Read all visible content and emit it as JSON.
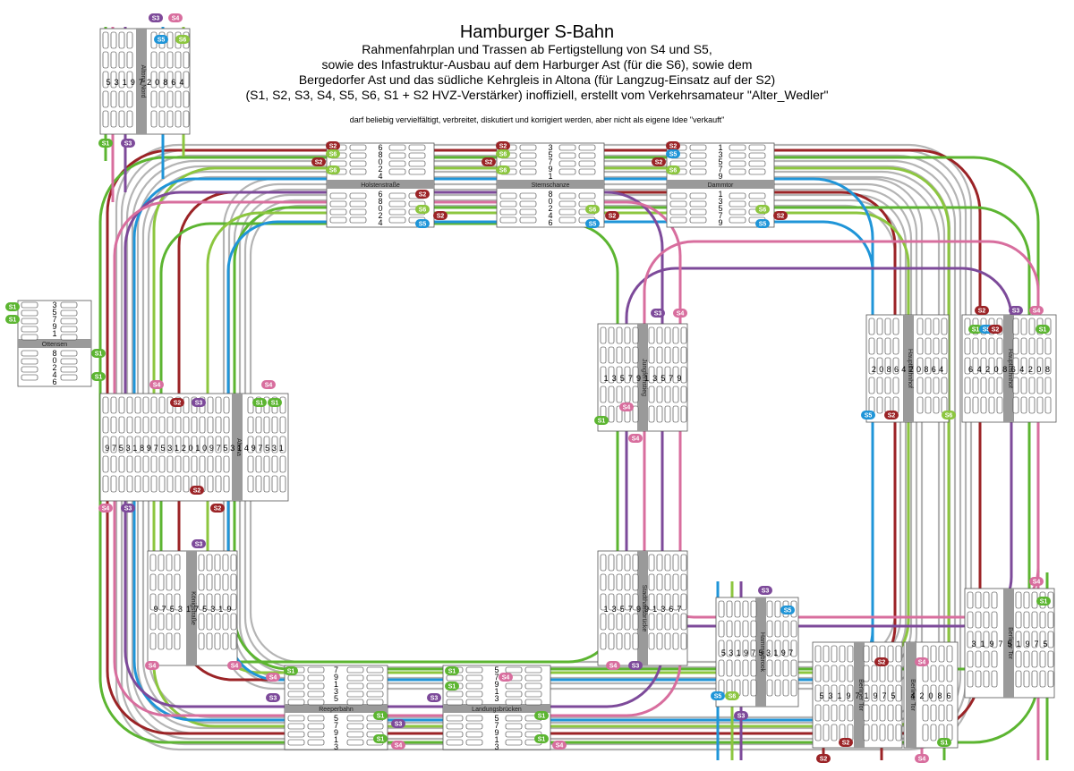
{
  "header": {
    "title": "Hamburger S-Bahn",
    "lines": [
      "Rahmenfahrplan und Trassen ab Fertigstellung von S4 und S5,",
      "sowie des Infastruktur-Ausbau auf dem Harburger Ast (für die S6), sowie dem",
      "Bergedorfer Ast und das südliche Kehrgleis in Altona (für Langzug-Einsatz auf der S2)",
      "(S1, S2, S3, S4, S5, S6, S1 + S2 HVZ-Verstärker) inoffiziell, erstellt vom Verkehrsamateur \"Alter_Wedler\""
    ],
    "note": "darf beliebig vervielfältigt, verbreitet, diskutiert und korrigiert werden, aber nicht als eigene Idee \"verkauft\""
  },
  "lines": [
    {
      "id": "S1",
      "color": "#5cb531"
    },
    {
      "id": "S2",
      "color": "#9b2326"
    },
    {
      "id": "S3",
      "color": "#7d4a9a"
    },
    {
      "id": "S4",
      "color": "#d86e9e"
    },
    {
      "id": "S5",
      "color": "#1f95d8"
    },
    {
      "id": "S6",
      "color": "#8cc63f"
    }
  ],
  "track_color": "#b4b4b4",
  "stations": {
    "altona_nord": {
      "name": "Altona Nord",
      "tracks": [
        "5",
        "3",
        "1",
        "9",
        "7",
        "2",
        "0",
        "8",
        "6",
        "4"
      ]
    },
    "holstenstrasse": {
      "name": "Holstenstraße",
      "tracks_top": [
        "6",
        "8",
        "0",
        "2",
        "4"
      ],
      "tracks_bottom": [
        "6",
        "8",
        "0",
        "2",
        "4"
      ]
    },
    "sternschanze": {
      "name": "Sternschanze",
      "tracks_top": [
        "3",
        "5",
        "7",
        "9",
        "1"
      ],
      "tracks_bottom": [
        "8",
        "0",
        "2",
        "4",
        "6"
      ]
    },
    "dammtor": {
      "name": "Dammtor",
      "tracks_top": [
        "1",
        "3",
        "5",
        "7",
        "9"
      ],
      "tracks_bottom": [
        "1",
        "3",
        "5",
        "7",
        "9"
      ]
    },
    "ottensen": {
      "name": "Ottensen",
      "tracks_top": [
        "3",
        "5",
        "7",
        "9",
        "1"
      ],
      "tracks_bottom": [
        "8",
        "0",
        "2",
        "4",
        "6"
      ]
    },
    "altona": {
      "name": "Altona",
      "tracks": [
        "9",
        "7",
        "5",
        "3",
        "1",
        "8",
        "9",
        "7",
        "5",
        "3",
        "1",
        "2",
        "0",
        "1",
        "0",
        "9",
        "7",
        "5",
        "3",
        "1",
        "4",
        "9",
        "7",
        "5",
        "3",
        "1"
      ]
    },
    "jungfernstieg": {
      "name": "Jungfernstieg",
      "tracks": [
        "1",
        "3",
        "5",
        "7",
        "9",
        "1",
        "3",
        "5",
        "7",
        "9"
      ]
    },
    "hauptbahnhof_a": {
      "name": "Hauptbahnhof",
      "tracks": [
        "2",
        "0",
        "8",
        "6",
        "4",
        "2",
        "0",
        "8",
        "6",
        "4"
      ]
    },
    "hauptbahnhof_b": {
      "name": "Hauptbahnhof",
      "tracks": [
        "6",
        "4",
        "2",
        "0",
        "8",
        "6",
        "4",
        "2",
        "0",
        "8"
      ]
    },
    "koenigstrasse": {
      "name": "Königstraße",
      "tracks": [
        "9",
        "7",
        "5",
        "3",
        "1",
        "7",
        "5",
        "3",
        "1",
        "9"
      ]
    },
    "stadthausbruecke": {
      "name": "Stadthausbrücke",
      "tracks": [
        "1",
        "3",
        "5",
        "7",
        "9",
        "9",
        "1",
        "3",
        "6",
        "7"
      ]
    },
    "reeperbahn": {
      "name": "Reeperbahn",
      "tracks_top": [
        "7",
        "9",
        "1",
        "3",
        "5"
      ],
      "tracks_bottom": [
        "5",
        "7",
        "9",
        "1",
        "3"
      ]
    },
    "landungsbruecken": {
      "name": "Landungsbrücken",
      "tracks_top": [
        "5",
        "7",
        "9",
        "1",
        "3"
      ],
      "tracks_bottom": [
        "5",
        "7",
        "9",
        "1",
        "3"
      ]
    },
    "hammerbrook": {
      "name": "Hammerbrook",
      "tracks": [
        "5",
        "3",
        "1",
        "9",
        "7",
        "5",
        "3",
        "1",
        "9",
        "7"
      ]
    },
    "berliner_tor_a": {
      "name": "Berliner Tor",
      "tracks": [
        "5",
        "3",
        "1",
        "9",
        "7",
        "1",
        "9",
        "7",
        "5"
      ]
    },
    "berliner_tor_b": {
      "name": "Berliner Tor",
      "tracks": [
        "4",
        "2",
        "0",
        "8",
        "6"
      ]
    },
    "berliner_tor_c": {
      "name": "Berliner Tor",
      "tracks": [
        "3",
        "1",
        "9",
        "7",
        "5",
        "1",
        "9",
        "7",
        "5"
      ]
    }
  },
  "badges": [
    {
      "line": "S1",
      "label": "S1"
    },
    {
      "line": "S2",
      "label": "S2"
    },
    {
      "line": "S3",
      "label": "S3"
    },
    {
      "line": "S4",
      "label": "S4"
    },
    {
      "line": "S5",
      "label": "S5"
    },
    {
      "line": "S6",
      "label": "S6"
    }
  ]
}
